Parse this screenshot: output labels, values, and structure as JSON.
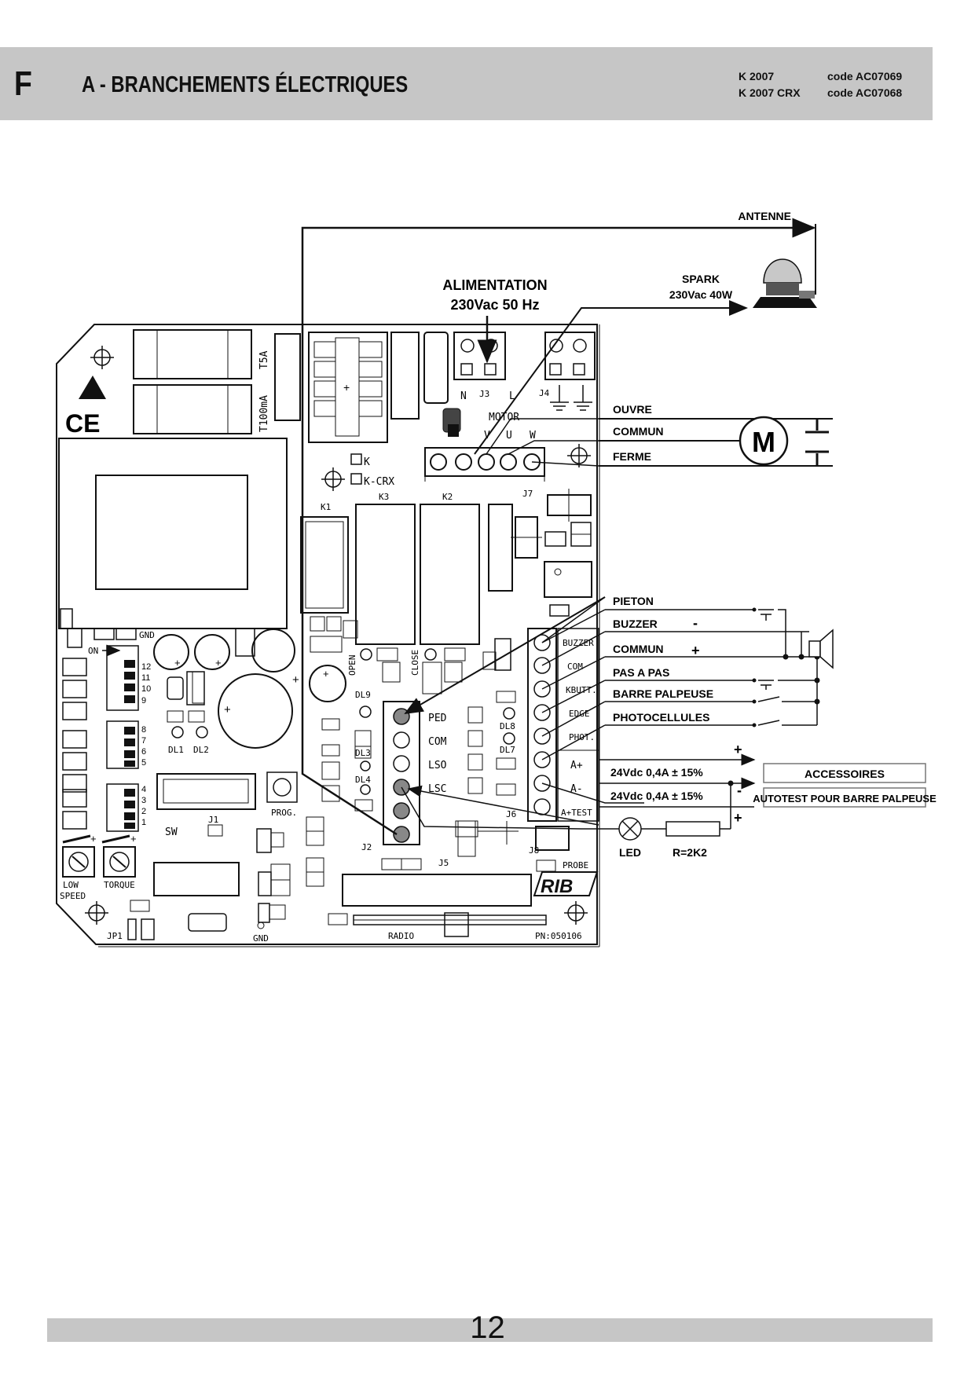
{
  "header": {
    "section_letter": "F",
    "title": "A - BRANCHEMENTS ÉLECTRIQUES",
    "models": [
      {
        "name": "K 2007",
        "code": "code AC07069"
      },
      {
        "name": "K 2007 CRX",
        "code": "code AC07068"
      }
    ]
  },
  "diagram": {
    "antenna_label": "ANTENNE",
    "spark_label": "SPARK",
    "spark_rating": "230Vac 40W",
    "supply_label": "ALIMENTATION",
    "supply_rating": "230Vac 50 Hz",
    "motor_symbol": "M",
    "motor_terminals": {
      "open": "OUVRE",
      "common": "COMMUN",
      "close": "FERME"
    },
    "inputs": {
      "pedestrian": "PIETON",
      "buzzer": "BUZZER",
      "common": "COMMUN",
      "step": "PAS A PAS",
      "edge": "BARRE PALPEUSE",
      "photo": "PHOTOCELLULES"
    },
    "buzzer_minus": "-",
    "buzzer_plus": "+",
    "supply_out_1": "24Vdc 0,4A ± 15%",
    "supply_out_2": "24Vdc 0,4A ± 15%",
    "accessories_box": "ACCESSOIRES",
    "autotest_box": "AUTOTEST POUR BARRE PALPEUSE",
    "led_label": "LED",
    "resistor_label": "R=2K2",
    "sign_plus": "+",
    "sign_minus": "-",
    "board": {
      "fuse_1": "T5A",
      "fuse_2": "T100mA",
      "j3_n": "N",
      "j3": "J3",
      "j3_l": "L",
      "j4": "J4",
      "motor": "MOTOR",
      "motor_v": "V",
      "motor_u": "U",
      "motor_w": "W",
      "opt_k": "K",
      "opt_kcrx": "K-CRX",
      "k1": "K1",
      "k3": "K3",
      "k2": "K2",
      "j7": "J7",
      "gnd_top": "GND",
      "on": "ON",
      "dip_nums": [
        "12",
        "11",
        "10",
        "9",
        "8",
        "7",
        "6",
        "5",
        "4",
        "3",
        "2",
        "1"
      ],
      "dl1": "DL1",
      "dl2": "DL2",
      "sw": "SW",
      "j1": "J1",
      "prog": "PROG.",
      "open": "OPEN",
      "close": "CLOSE",
      "dl9": "DL9",
      "dl3": "DL3",
      "dl4": "DL4",
      "dl8": "DL8",
      "dl7": "DL7",
      "ped": "PED",
      "com": "COM",
      "lso": "LSO",
      "lsc": "LSC",
      "right_terms": [
        "BUZZER",
        "COM",
        "KBUTT.",
        "EDGE",
        "PHOT.",
        "A+",
        "A-",
        "A+TEST"
      ],
      "j2": "J2",
      "j5": "J5",
      "j6": "J6",
      "j8": "J8",
      "probe": "PROBE",
      "low_speed_1": "LOW",
      "low_speed_2": "SPEED",
      "torque": "TORQUE",
      "jp1": "JP1",
      "gnd_bottom": "GND",
      "radio": "RADIO",
      "pn": "PN:050106",
      "logo": "RIB"
    }
  },
  "footer": {
    "page_number": "12"
  }
}
